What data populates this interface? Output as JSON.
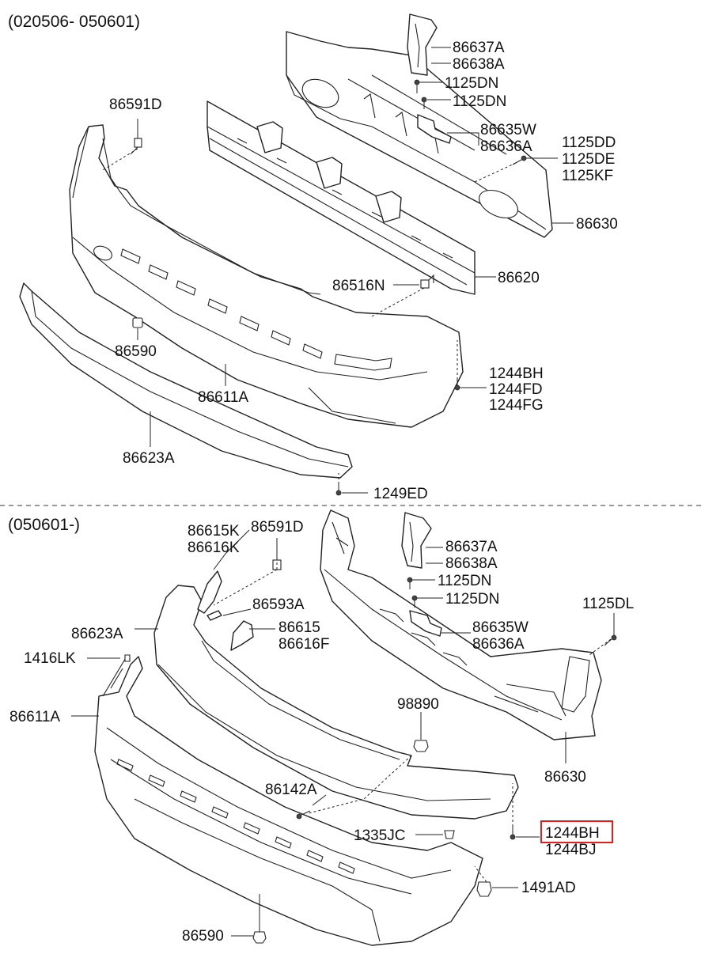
{
  "periods": {
    "top": "(020506- 050601)",
    "bottom": "(050601-)"
  },
  "labels_top": [
    {
      "id": "86637A",
      "text": "86637A"
    },
    {
      "id": "86638A",
      "text": "86638A"
    },
    {
      "id": "1125DN-a",
      "text": "1125DN"
    },
    {
      "id": "1125DN-b",
      "text": "1125DN"
    },
    {
      "id": "86591D",
      "text": "86591D"
    },
    {
      "id": "86635W",
      "text": "86635W"
    },
    {
      "id": "86636A",
      "text": "86636A"
    },
    {
      "id": "1125DD",
      "text": "1125DD"
    },
    {
      "id": "1125DE",
      "text": "1125DE"
    },
    {
      "id": "1125KF",
      "text": "1125KF"
    },
    {
      "id": "86630",
      "text": "86630"
    },
    {
      "id": "86620",
      "text": "86620"
    },
    {
      "id": "86516N",
      "text": "86516N"
    },
    {
      "id": "86590",
      "text": "86590"
    },
    {
      "id": "1244BH",
      "text": "1244BH"
    },
    {
      "id": "1244FD",
      "text": "1244FD"
    },
    {
      "id": "1244FG",
      "text": "1244FG"
    },
    {
      "id": "86611A",
      "text": "86611A"
    },
    {
      "id": "86623A",
      "text": "86623A"
    },
    {
      "id": "1249ED",
      "text": "1249ED"
    }
  ],
  "labels_bottom": [
    {
      "id": "86615K",
      "text": "86615K"
    },
    {
      "id": "86616K",
      "text": "86616K"
    },
    {
      "id": "86591D",
      "text": "86591D"
    },
    {
      "id": "86637A",
      "text": "86637A"
    },
    {
      "id": "86638A",
      "text": "86638A"
    },
    {
      "id": "1125DN-a",
      "text": "1125DN"
    },
    {
      "id": "1125DN-b",
      "text": "1125DN"
    },
    {
      "id": "1125DL",
      "text": "1125DL"
    },
    {
      "id": "86593A",
      "text": "86593A"
    },
    {
      "id": "86623A",
      "text": "86623A"
    },
    {
      "id": "86615",
      "text": "86615"
    },
    {
      "id": "86616F",
      "text": "86616F"
    },
    {
      "id": "86635W",
      "text": "86635W"
    },
    {
      "id": "86636A",
      "text": "86636A"
    },
    {
      "id": "1416LK",
      "text": "1416LK"
    },
    {
      "id": "98890",
      "text": "98890"
    },
    {
      "id": "86611A",
      "text": "86611A"
    },
    {
      "id": "86630",
      "text": "86630"
    },
    {
      "id": "86142A",
      "text": "86142A"
    },
    {
      "id": "1335JC",
      "text": "1335JC"
    },
    {
      "id": "1244BH",
      "text": "1244BH"
    },
    {
      "id": "1244BJ",
      "text": "1244BJ"
    },
    {
      "id": "1491AD",
      "text": "1491AD"
    },
    {
      "id": "86590",
      "text": "86590"
    }
  ],
  "highlight": {
    "label": "1244BH",
    "color": "#e02020"
  }
}
